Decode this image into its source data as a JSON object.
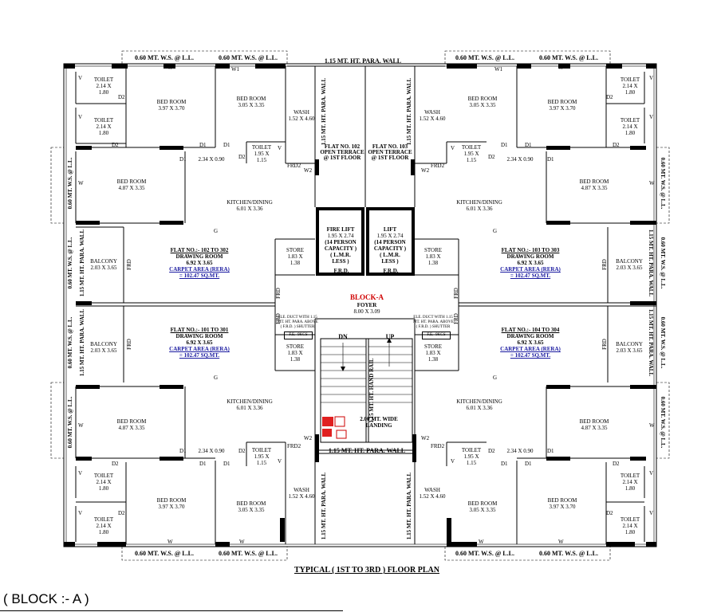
{
  "plan_title": "TYPICAL ( 1ST TO 3RD ) FLOOR PLAN",
  "block_caption": "( BLOCK :- A )",
  "top_ws": "0.60 MT. W.S. @ L.L.",
  "parapet_top": "1.15 MT. HT. PARA. WALL",
  "parapet_mid": "1.15 MT. HT. PARA. WALL",
  "parapet_vert": "1.15 MT. HT. PARA. WALL",
  "side_ws": "0.60 MT. W.S. @ L.L.",
  "rooms": {
    "toilet_214": "TOILET",
    "toilet_214_dim": "2.14 X",
    "toilet_214_dim2": "1.80",
    "bed_397": "BED ROOM",
    "bed_397_dim": "3.97 X 3.70",
    "bed_305": "BED ROOM",
    "bed_305_dim": "3.05 X 3.35",
    "bed_487": "BED ROOM",
    "bed_487_dim": "4.87 X 3.35",
    "wash": "WASH",
    "wash_dim": "1.52 X 4.60",
    "toilet_195": "TOILET",
    "toilet_195_dim": "1.95 X",
    "toilet_195_dim2": "1.15",
    "passage_dim": "2.34 X 0.90",
    "kitchen": "KITCHEN/DINING",
    "kitchen_dim": "6.01 X 3.36",
    "balcony": "BALCONY",
    "balcony_dim": "2.03 X 3.65",
    "store": "STORE",
    "store_dim": "1.83 X",
    "store_dim2": "1.38",
    "drawing": "DRAWING ROOM",
    "drawing_dim": "6.92 X 3.65",
    "carpet": "CARPET AREA (RERA)",
    "carpet_val": "= 102.47 SQ.MT."
  },
  "flats": {
    "tl": "FLAT NO.:- 102 TO 302",
    "tr": "FLAT NO.:- 103 TO 303",
    "bl": "FLAT NO.:- 101 TO 301",
    "br": "FLAT NO.:- 104 TO 304"
  },
  "terrace_102": [
    "FLAT NO. 102",
    "OPEN TERRACE",
    "@ 1ST FLOOR"
  ],
  "terrace_103": [
    "FLAT NO. 103",
    "OPEN TERRACE",
    "@ 1ST FLOOR"
  ],
  "fire_lift": [
    "FIRE LIFT",
    "1.95 X 2.74",
    "(14 PERSON",
    "CAPACITY )",
    "( L.M.R.",
    "LESS )"
  ],
  "lift": [
    "LIFT",
    "1.95 X 2.74",
    "(14 PERSON",
    "CAPACITY )",
    "( L.M.R.",
    "LESS )"
  ],
  "frd": "F.R.D.",
  "block_a": "BLOCK-A",
  "foyer": "FOYER",
  "foyer_dim": "8.00 X 3.09",
  "ele_duct": [
    "ELE. DUCT WITH 1.15",
    "MT. HT. PARA. ABOVE",
    "( F.R.D. ) SHUTTER"
  ],
  "fe_tag": "F.E. -9KGS",
  "dn": "DN",
  "up": "UP",
  "handrail": "1.15 MT. HT. HAND RAIL",
  "landing": [
    "2.00 MT. WIDE",
    "LANDING"
  ],
  "marks": {
    "w": "W",
    "w1": "W1",
    "w2": "W2",
    "v": "V",
    "d1": "D1",
    "d2": "D2",
    "g": "G",
    "frd": "FRD",
    "frd2": "FRD2"
  }
}
